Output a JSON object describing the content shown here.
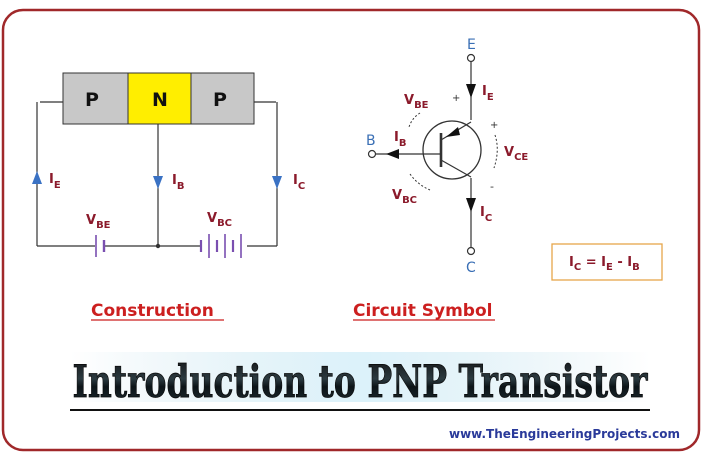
{
  "construction": {
    "regions": [
      "P",
      "N",
      "P"
    ],
    "ie": {
      "main": "I",
      "sub": "E"
    },
    "ib": {
      "main": "I",
      "sub": "B"
    },
    "ic": {
      "main": "I",
      "sub": "C"
    },
    "vbe": {
      "main": "V",
      "sub": "BE"
    },
    "vbc": {
      "main": "V",
      "sub": "BC"
    },
    "caption": "Construction"
  },
  "symbol": {
    "terminal_e": "E",
    "terminal_b": "B",
    "terminal_c": "C",
    "ie": {
      "main": "I",
      "sub": "E"
    },
    "ib": {
      "main": "I",
      "sub": "B"
    },
    "ic": {
      "main": "I",
      "sub": "C"
    },
    "vbe": {
      "main": "V",
      "sub": "BE"
    },
    "vce": {
      "main": "V",
      "sub": "CE"
    },
    "vbc": {
      "main": "V",
      "sub": "BC"
    },
    "plus": "+",
    "minus": "-",
    "caption": "Circuit Symbol"
  },
  "equation": {
    "lhs_main": "I",
    "lhs_sub": "C",
    "eq": " = ",
    "t1_main": "I",
    "t1_sub": "E",
    "op": " - ",
    "t2_main": "I",
    "t2_sub": "B"
  },
  "title": "Introduction to PNP Transistor",
  "watermark": "www.TheEngineeringProjects.com",
  "colors": {
    "border": "#a0282a",
    "label": "#8b1a2b",
    "terminal": "#3a6fb5",
    "arrow": "#3a72c4",
    "n_region": "#ffee00",
    "p_region": "#c8c8c8",
    "caption": "#cc1f1f",
    "watermark": "#2a3a9a"
  }
}
